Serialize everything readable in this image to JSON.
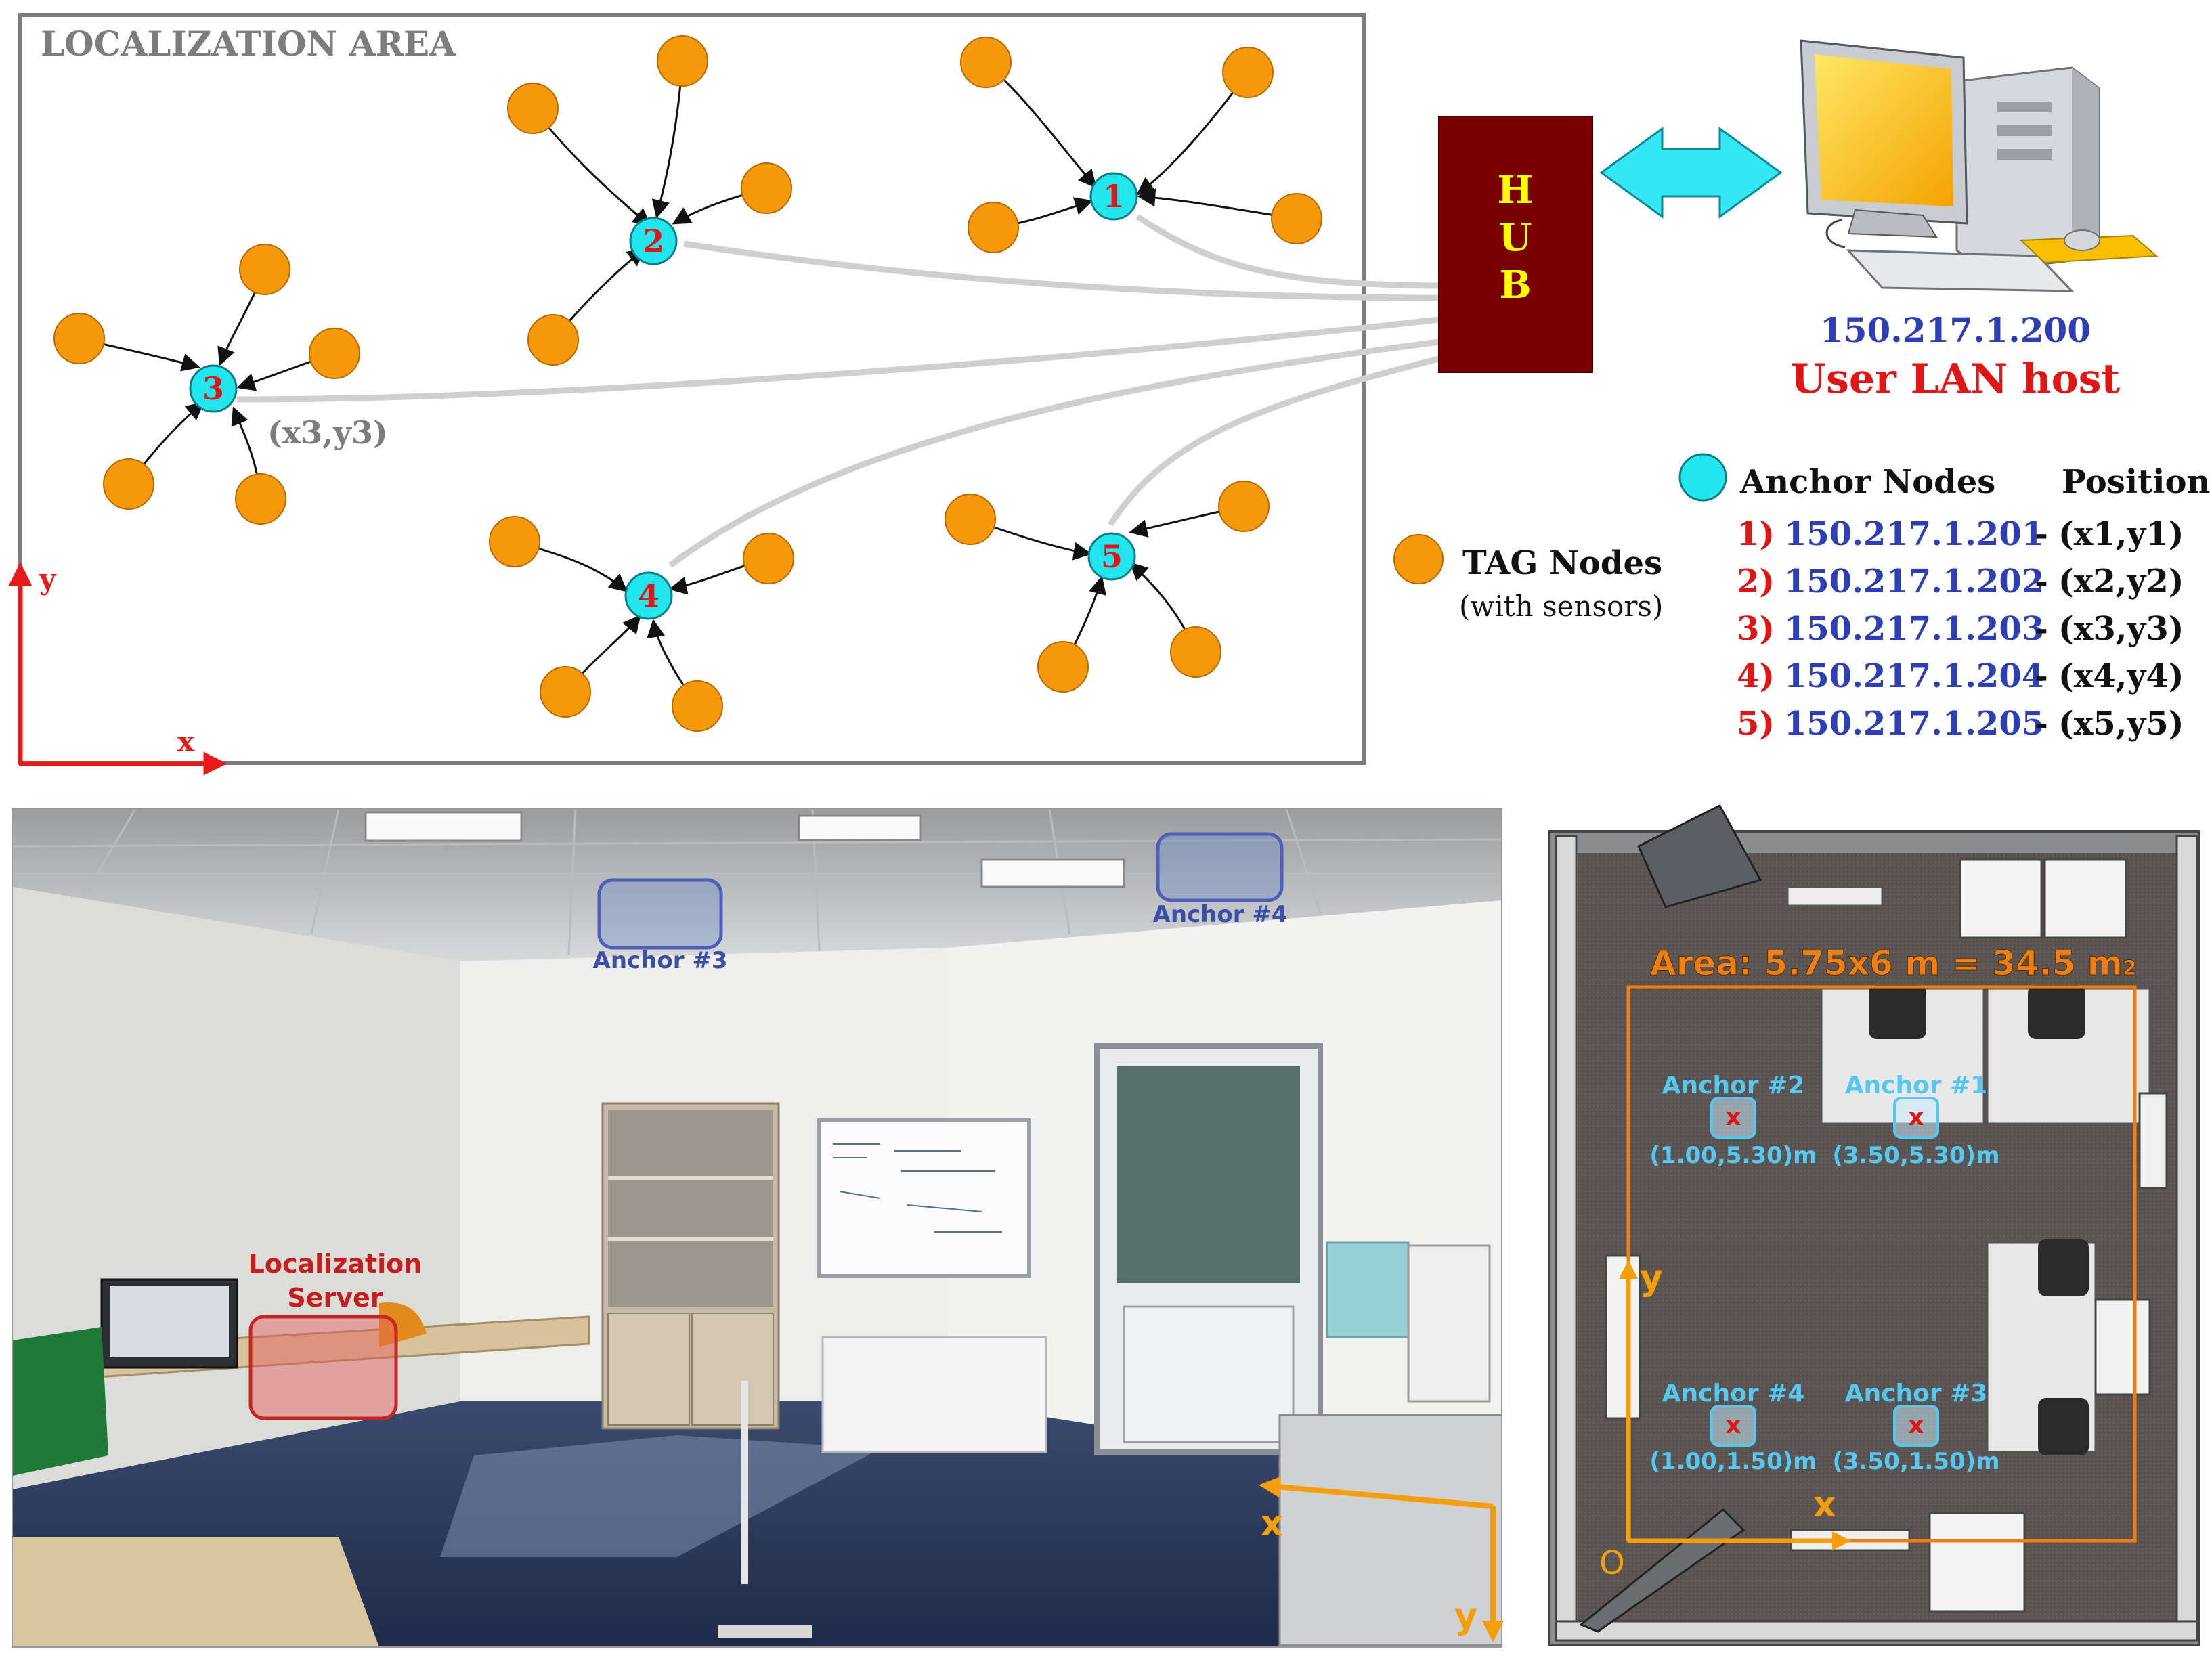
{
  "diagram": {
    "area_title": "LOCALIZATION AREA",
    "axis_x": "x",
    "axis_y": "y",
    "hub_letters": [
      "H",
      "U",
      "B"
    ],
    "host_ip": "150.217.1.200",
    "host_label": "User LAN host",
    "anchor_coord_label": "(x3,y3)",
    "anchors": [
      {
        "label": "1",
        "ip": "150.217.1.201",
        "pos": "(x1,y1)",
        "num": "1)"
      },
      {
        "label": "2",
        "ip": "150.217.1.202",
        "pos": "(x2,y2)",
        "num": "2)"
      },
      {
        "label": "3",
        "ip": "150.217.1.203",
        "pos": "(x3,y3)",
        "num": "3)"
      },
      {
        "label": "4",
        "ip": "150.217.1.204",
        "pos": "(x4,y4)",
        "num": "4)"
      },
      {
        "label": "5",
        "ip": "150.217.1.205",
        "pos": "(x5,y5)",
        "num": "5)"
      }
    ],
    "legend": {
      "anchor_nodes": "Anchor Nodes",
      "position": "Position",
      "tag_nodes": "TAG Nodes",
      "tag_sub": "(with sensors)",
      "dash": "-"
    }
  },
  "photo": {
    "anchor3": "Anchor #3",
    "anchor4": "Anchor #4",
    "server_line1": "Localization",
    "server_line2": "Server",
    "axis_x": "x",
    "axis_y": "y"
  },
  "floorplan": {
    "area": "Area: 5.75x6 m = 34.5 m",
    "area_sub": "2",
    "axis_x": "x",
    "axis_y": "y",
    "origin": "O",
    "anchors": [
      {
        "name": "Anchor #2",
        "coord": "(1.00,5.30)m"
      },
      {
        "name": "Anchor #1",
        "coord": "(3.50,5.30)m"
      },
      {
        "name": "Anchor #4",
        "coord": "(1.00,1.50)m"
      },
      {
        "name": "Anchor #3",
        "coord": "(3.50,1.50)m"
      }
    ],
    "marker": "x"
  },
  "colors": {
    "tag": "#F5990B",
    "anchor": "#22E5EE",
    "hub": "#7A0000",
    "ip_blue": "#2E3FB5",
    "red": "#E01515",
    "plan_orange": "#F07F12",
    "plan_cyan": "#55C8F0"
  }
}
